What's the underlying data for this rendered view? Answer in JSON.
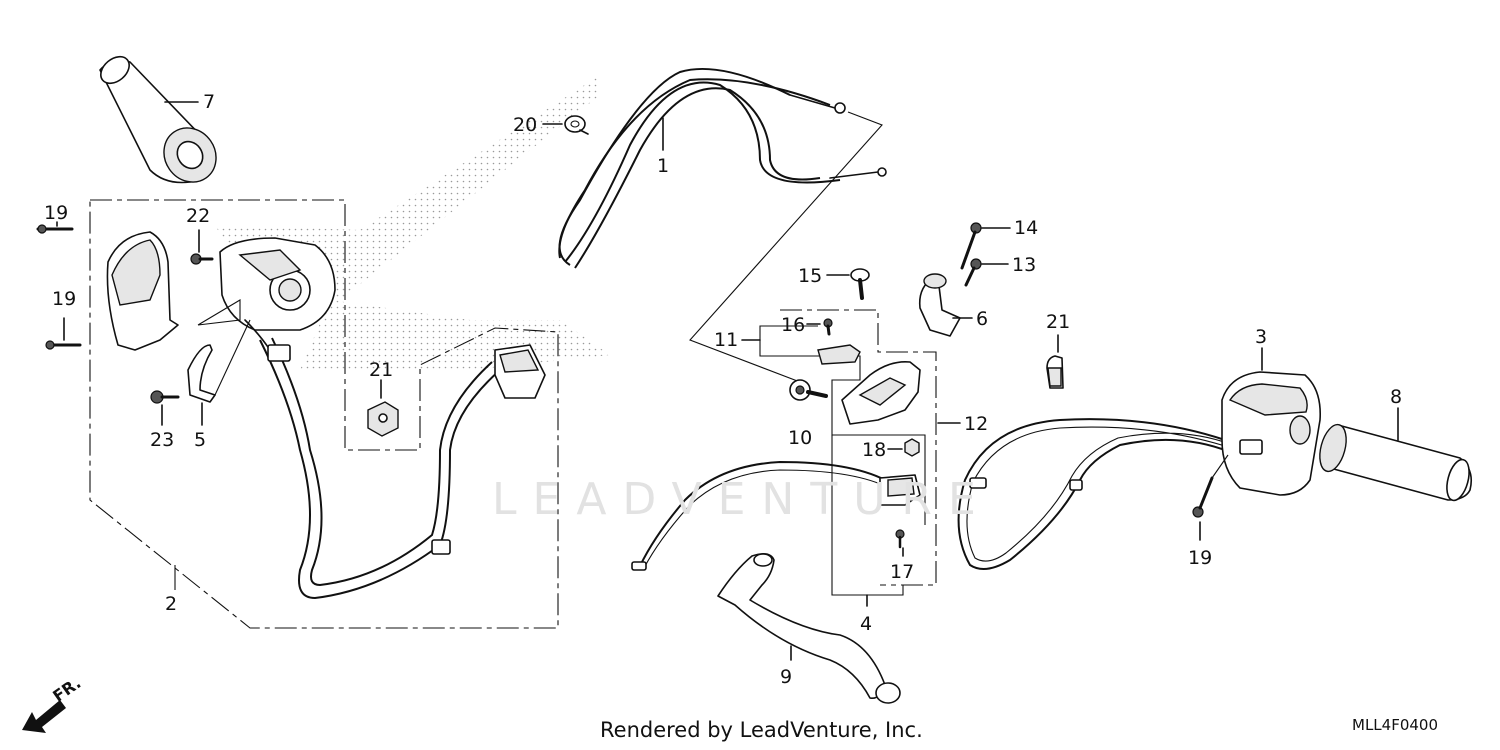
{
  "diagram": {
    "footer": "Rendered by LeadVenture, Inc.",
    "diagram_code": "MLL4F0400",
    "watermark": "LEADVENTURE",
    "front_marker": "FR.",
    "labels": {
      "l1": "1",
      "l2": "2",
      "l3": "3",
      "l4": "4",
      "l5": "5",
      "l6": "6",
      "l7": "7",
      "l8": "8",
      "l9": "9",
      "l10": "10",
      "l11": "11",
      "l12": "12",
      "l13": "13",
      "l14": "14",
      "l15": "15",
      "l16": "16",
      "l17": "17",
      "l18": "18",
      "l19a": "19",
      "l19b": "19",
      "l19c": "19",
      "l20": "20",
      "l21a": "21",
      "l21b": "21",
      "l22": "22",
      "l23": "23"
    }
  }
}
